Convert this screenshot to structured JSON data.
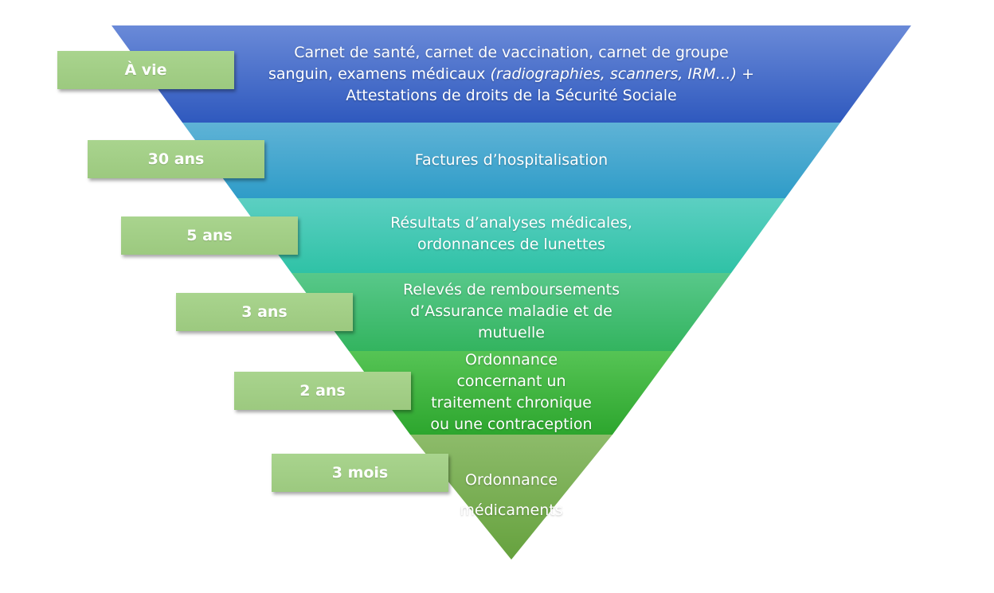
{
  "colors": {
    "band1_top": "#6a8ad8",
    "band1_bottom": "#2f59be",
    "band2_top": "#5fb3d6",
    "band2_bottom": "#2f9cc8",
    "band3_top": "#5ccfc2",
    "band3_bottom": "#2fc2a6",
    "band4_top": "#58c88a",
    "band4_bottom": "#33b45f",
    "band5_top": "#56c455",
    "band5_bottom": "#2da62e",
    "band6_top": "#8dbb6a",
    "band6_bottom": "#66a23e",
    "label_box": "#a3cf87"
  },
  "levels": [
    {
      "duration": "À vie",
      "lines": [
        "Carnet de santé, carnet de vaccination, carnet de groupe",
        "sanguin, examens médicaux ",
        "Attestations de droits de la Sécurité Sociale"
      ],
      "italic_part": "(radiographies, scanners, IRM…)",
      "after_italic": " +"
    },
    {
      "duration": "30 ans",
      "lines": [
        "Factures d’hospitalisation"
      ]
    },
    {
      "duration": "5 ans",
      "lines": [
        "Résultats d’analyses médicales,",
        "ordonnances de lunettes"
      ]
    },
    {
      "duration": "3 ans",
      "lines": [
        "Relevés de remboursements",
        "d’Assurance maladie et de",
        "mutuelle"
      ]
    },
    {
      "duration": "2 ans",
      "lines": [
        "Ordonnance",
        "concernant un",
        "traitement chronique",
        "ou une contraception"
      ]
    },
    {
      "duration": "3 mois",
      "lines": [
        "Ordonnance",
        "médicaments"
      ]
    }
  ]
}
